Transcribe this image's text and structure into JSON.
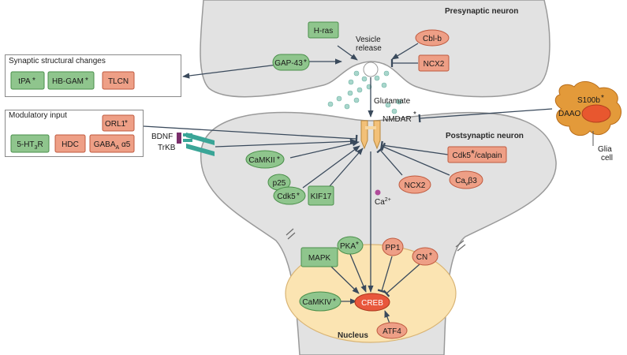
{
  "colors": {
    "green": "#8fc58d",
    "green_stroke": "#4a8f4a",
    "red": "#ee9f86",
    "red_stroke": "#bf5a3f",
    "creb": "#e8573c",
    "nucleus": "#fbe4b2",
    "neuron_fill": "#e2e2e2",
    "neuron_stroke": "#9a9a9a",
    "vesicle": "#a9d6cc",
    "trkb": "#3aa597"
  },
  "labels": {
    "presynaptic": "Presynaptic neuron",
    "postsynaptic": "Postsynaptic neuron",
    "vesicle_release_1": "Vesicle",
    "vesicle_release_2": "release",
    "glutamate": "Glutamate",
    "nmdar": "NMDAR",
    "bdnf": "BDNF",
    "trkb": "TrKB",
    "glia_1": "Glia",
    "glia_2": "cell",
    "calcium": "Ca",
    "calcium_sup": "2+",
    "nucleus": "Nucleus",
    "s100b": "S100b",
    "daao": "DAAO"
  },
  "legend": {
    "structural_title": "Synaptic structural changes",
    "modulatory_title": "Modulatory input"
  },
  "nodes": {
    "hras": "H-ras",
    "cblb": "Cbl-b",
    "gap43": "GAP-43",
    "ncx2_pre": "NCX2",
    "tpa": "tPA",
    "hbgam": "HB-GAM",
    "tlcn": "TLCN",
    "orl1": "ORL1",
    "ht3r_1": "5-HT",
    "ht3r_sub": "3",
    "ht3r_2": "R",
    "hdc": "HDC",
    "gaba_1": "GABA",
    "gaba_sub": "A",
    "gaba_2": " α5",
    "camkii": "CaMKII",
    "p25": "p25",
    "cdk5": "Cdk5",
    "kif17": "KIF17",
    "cdk5calpain_1": "Cdk5",
    "cdk5calpain_2": "/calpain",
    "ncx2_post": "NCX2",
    "cab3_1": "Ca",
    "cab3_sub": "v",
    "cab3_2": "β3",
    "mapk": "MAPK",
    "pka": "PKA",
    "pp1": "PP1",
    "cn": "CN",
    "camkiv": "CaMKIV",
    "creb": "CREB",
    "atf4": "ATF4"
  },
  "star": "*"
}
